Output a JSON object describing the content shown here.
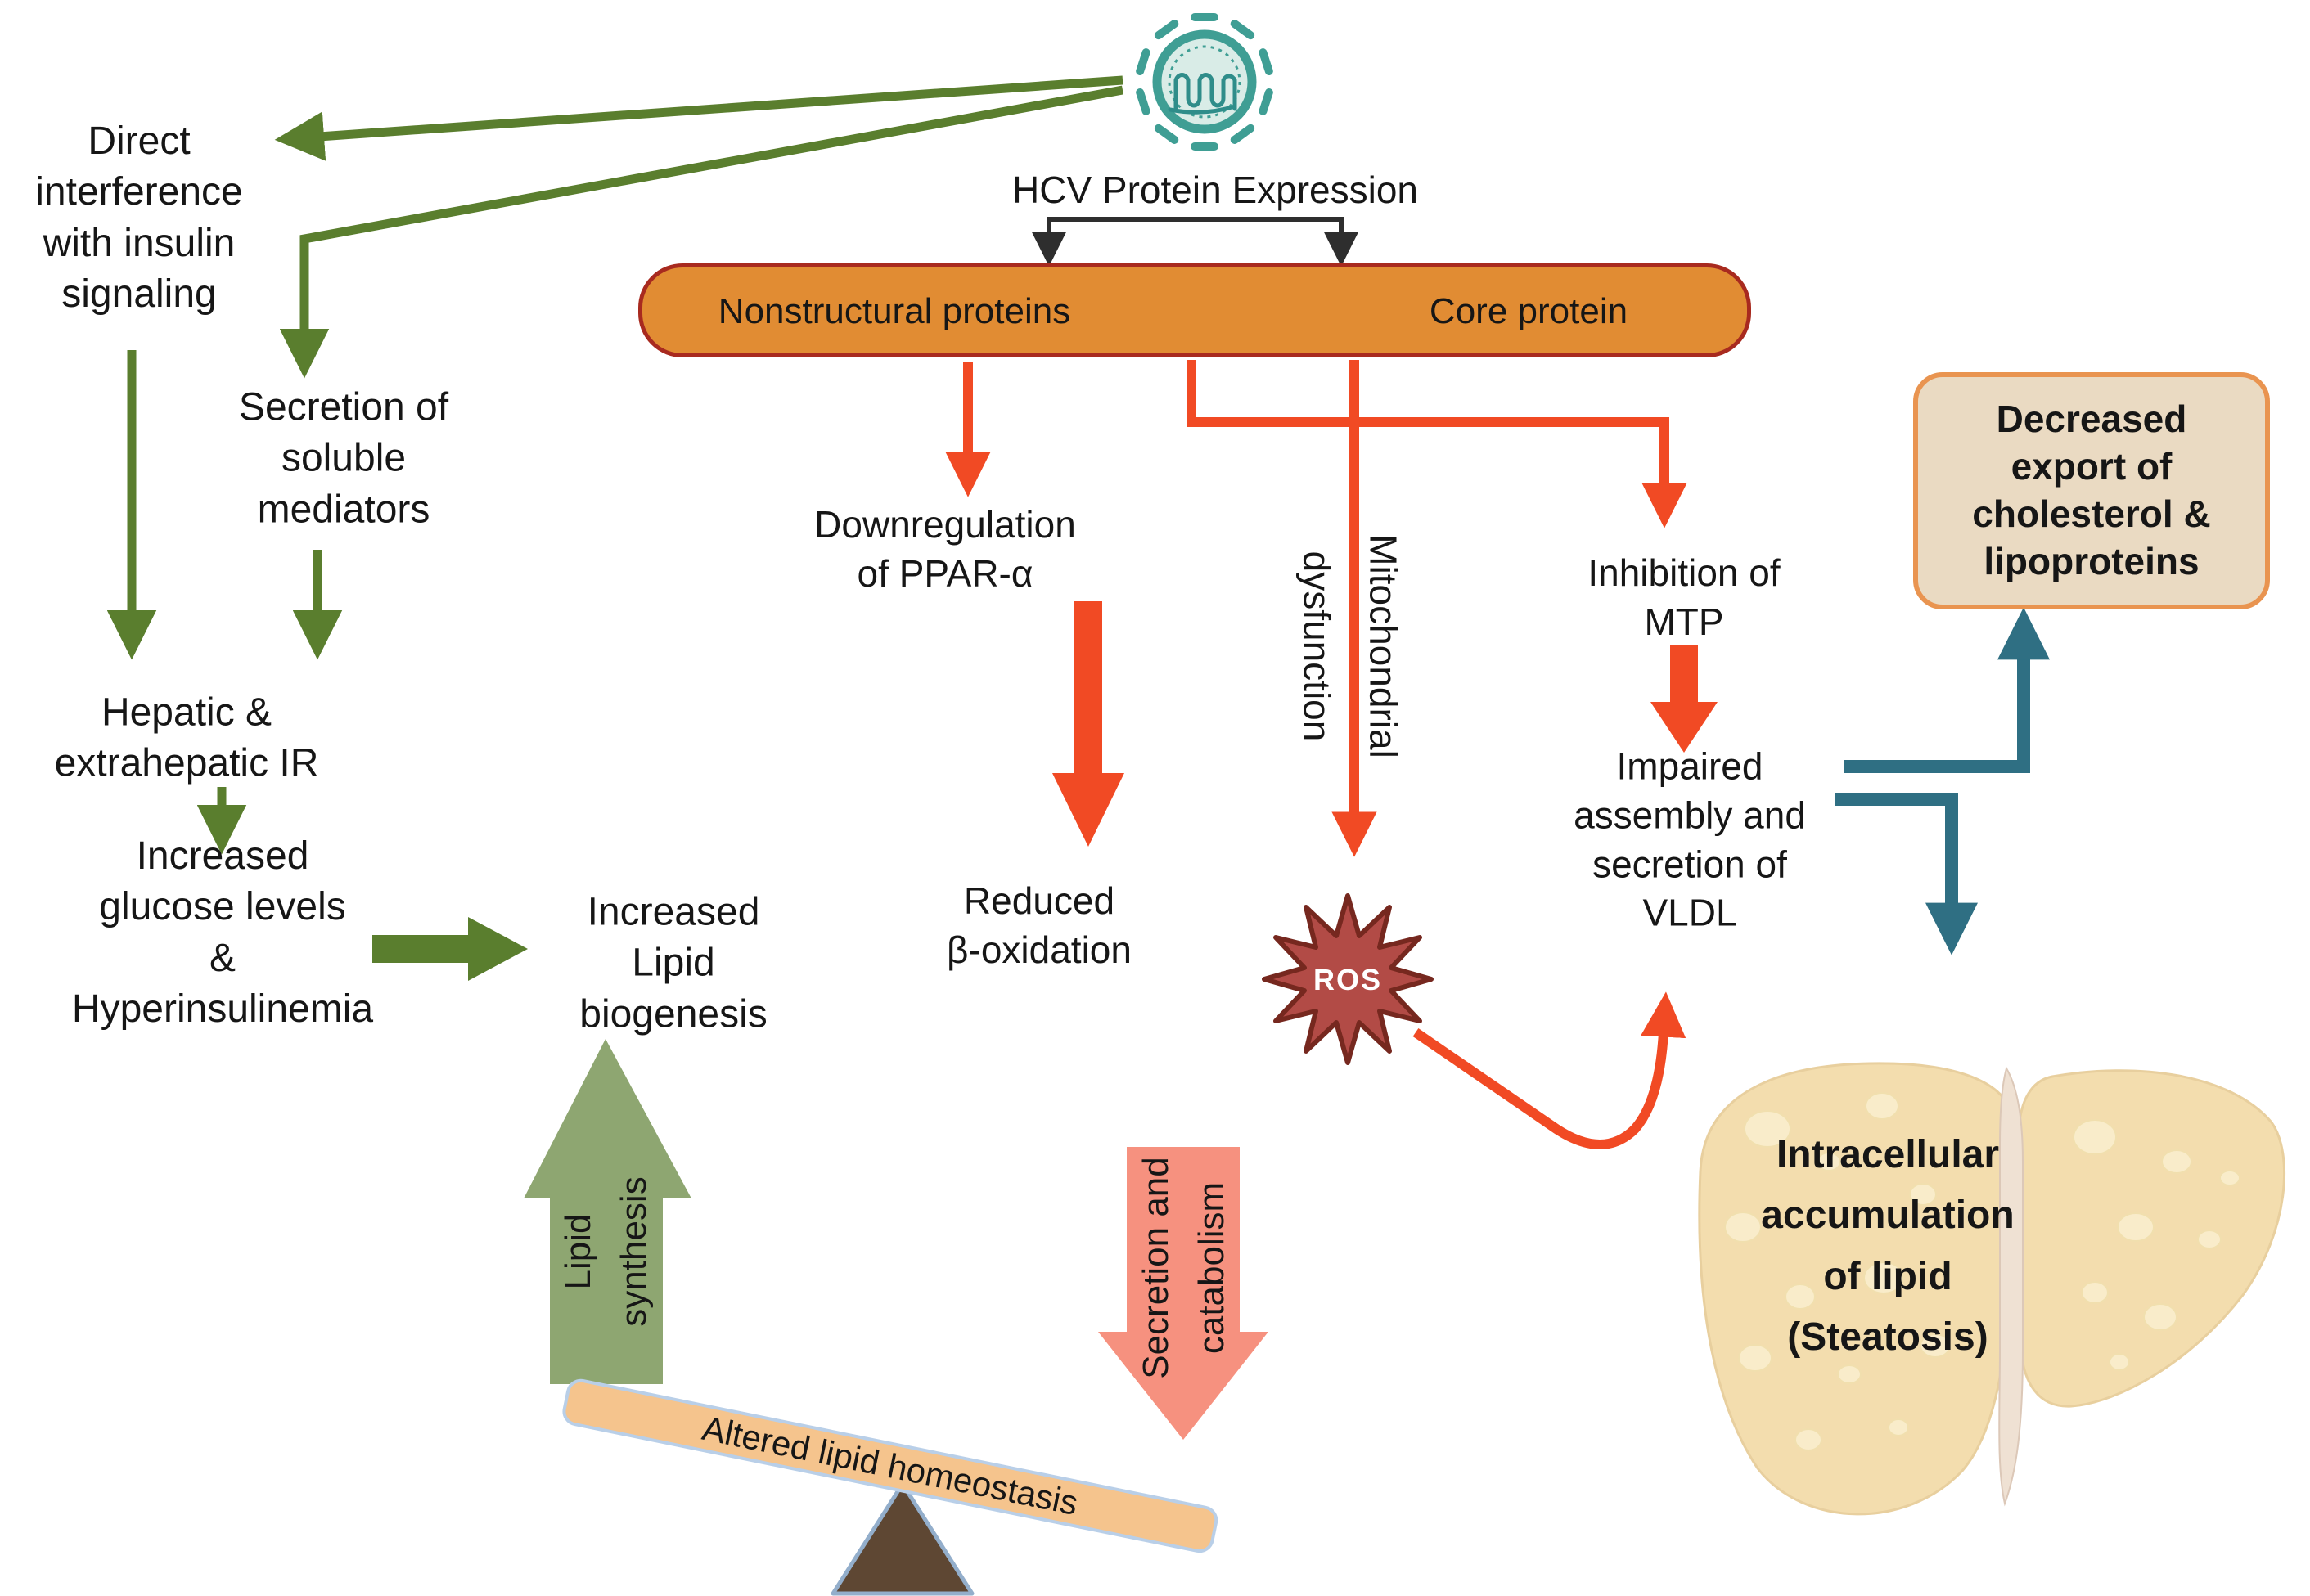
{
  "diagram": {
    "title_node": "HCV Protein Expression",
    "protein_box": {
      "nonstructural": "Nonstructural proteins",
      "core": "Core protein"
    },
    "insulin_pathway": {
      "direct_interference": "Direct\ninterference\nwith insulin\nsignaling",
      "soluble_mediators": "Secretion of\nsoluble\nmediators",
      "hepatic_ir": "Hepatic &\nextrahepatic IR",
      "glucose_hyperinsulinemia": "Increased\nglucose levels\n&\nHyperinsulinemia",
      "lipid_biogenesis": "Increased\nLipid\nbiogenesis"
    },
    "ppar_pathway": {
      "downregulation": "Downregulation\nof PPAR-α",
      "reduced_oxidation": "Reduced\nβ-oxidation"
    },
    "mitochondrial_pathway": {
      "dysfunction": "Mitochondrial\ndysfunction",
      "ros": "ROS"
    },
    "mtp_pathway": {
      "inhibition": "Inhibition of\nMTP",
      "impaired_vldl": "Impaired\nassembly and\nsecretion of\nVLDL"
    },
    "outcomes": {
      "decreased_export": "Decreased\nexport of\ncholesterol &\nlipoproteins",
      "steatosis": "Intracellular\naccumulation\nof lipid\n(Steatosis)"
    },
    "seesaw": {
      "balance_label": "Altered lipid homeostasis",
      "up_arrow_label": "Lipid\nsynthesis",
      "down_arrow_label": "Secretion and\ncatabolism"
    },
    "icons": {
      "virus": "hcv-virion-icon",
      "ros_burst": "ros-starburst-icon",
      "liver": "fatty-liver-icon",
      "seesaw": "balance-seesaw-icon"
    },
    "colors": {
      "green_arrow": "#5a7e2e",
      "light_green_arrow": "#8ea671",
      "red_arrow": "#f14a24",
      "salmon_arrow": "#f6917f",
      "teal_arrow": "#2f6f83",
      "protein_box_fill": "#e18c33",
      "protein_box_border": "#a82a1f",
      "tan_box_fill": "#eadac2",
      "tan_box_border": "#e99450",
      "plank_fill": "#f5c48d",
      "ros_fill": "#b24b46",
      "liver_fill": "#f3ddae",
      "virus_teal": "#3f9e94"
    }
  }
}
